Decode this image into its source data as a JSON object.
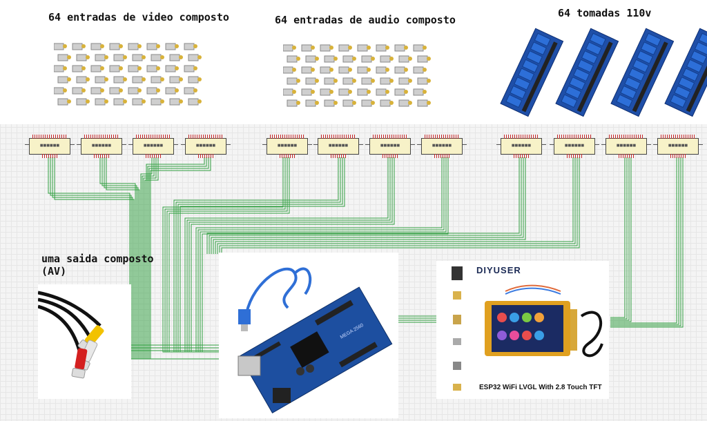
{
  "labels": {
    "video_inputs": "64 entradas de video composto",
    "audio_inputs": "64 entradas de audio composto",
    "outlets": "64 tomadas 110v",
    "output_line1": "uma saida composto",
    "output_line2": "(AV)"
  },
  "esp_panel": {
    "brand": "DIYUSER",
    "caption": "ESP32 WiFi LVGL With 2.8 Touch TFT"
  },
  "arduino_panel": {
    "board_text": "MEGA 2560"
  },
  "colors": {
    "wire": "#2e9e3e",
    "relay_board": "#1f4fa8",
    "mux_fill": "#f7f2c8",
    "pcb": "#1d4fa0"
  },
  "icons": [
    "rca-jack-icon",
    "relay-module-icon",
    "av-cable-icon",
    "arduino-board-icon",
    "esp32-display-icon"
  ]
}
